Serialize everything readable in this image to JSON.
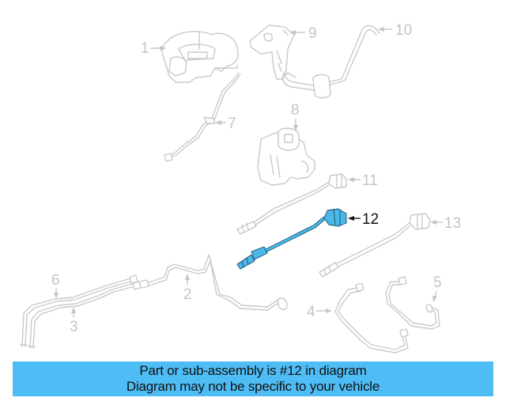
{
  "diagram": {
    "highlight_color": "#4ab8e8",
    "ghost_color": "#c9c9c9",
    "highlighted_part": "12",
    "callouts": [
      {
        "id": "1",
        "label": "1"
      },
      {
        "id": "2",
        "label": "2"
      },
      {
        "id": "3",
        "label": "3"
      },
      {
        "id": "4",
        "label": "4"
      },
      {
        "id": "5",
        "label": "5"
      },
      {
        "id": "6",
        "label": "6"
      },
      {
        "id": "7",
        "label": "7"
      },
      {
        "id": "8",
        "label": "8"
      },
      {
        "id": "9",
        "label": "9"
      },
      {
        "id": "10",
        "label": "10"
      },
      {
        "id": "11",
        "label": "11"
      },
      {
        "id": "12",
        "label": "12"
      },
      {
        "id": "13",
        "label": "13"
      }
    ]
  },
  "banner": {
    "background": "#4fbdf5",
    "line1": "Part or sub-assembly is #12 in diagram",
    "line2": "Diagram may not be specific to your vehicle"
  }
}
